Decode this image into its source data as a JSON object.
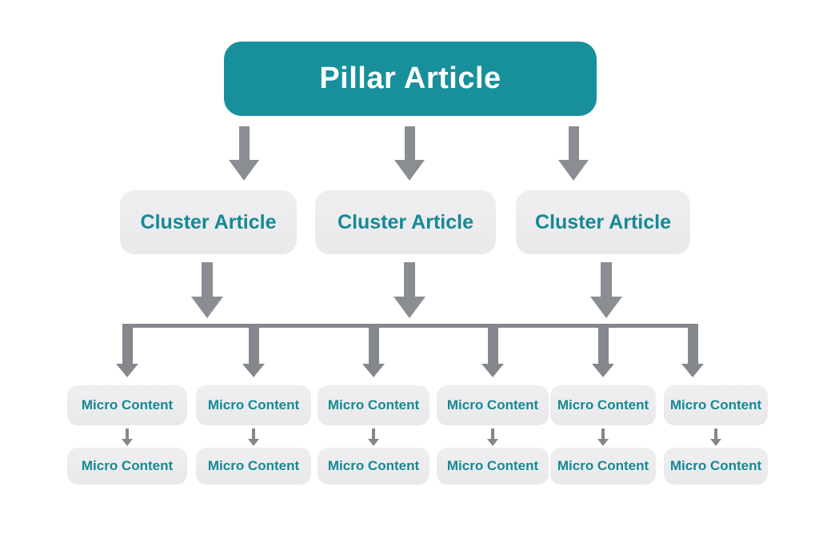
{
  "diagram": {
    "pillar": {
      "label": "Pillar Article"
    },
    "clusters": [
      {
        "label": "Cluster Article"
      },
      {
        "label": "Cluster Article"
      },
      {
        "label": "Cluster Article"
      }
    ],
    "micro_columns": [
      {
        "top": {
          "label": "Micro Content"
        },
        "bottom": {
          "label": "Micro Content"
        }
      },
      {
        "top": {
          "label": "Micro Content"
        },
        "bottom": {
          "label": "Micro Content"
        }
      },
      {
        "top": {
          "label": "Micro Content"
        },
        "bottom": {
          "label": "Micro Content"
        }
      },
      {
        "top": {
          "label": "Micro Content"
        },
        "bottom": {
          "label": "Micro Content"
        }
      },
      {
        "top": {
          "label": "Micro Content"
        },
        "bottom": {
          "label": "Micro Content"
        }
      },
      {
        "top": {
          "label": "Micro Content"
        },
        "bottom": {
          "label": "Micro Content"
        }
      }
    ],
    "colors": {
      "teal": "#17909b",
      "teal_text": "#148995",
      "box_gray": "#ebecee",
      "arrow_gray": "#8a8e93",
      "connector_gray": "#84888d",
      "background": "#ffffff"
    }
  }
}
